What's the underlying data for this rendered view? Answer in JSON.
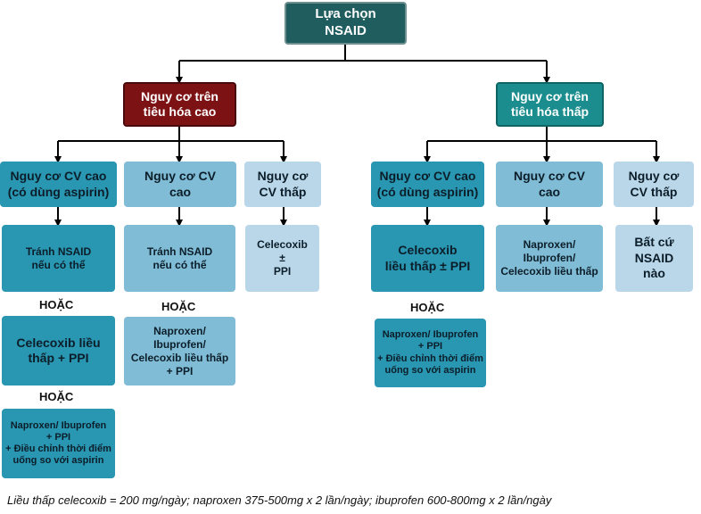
{
  "root": "Lựa chọn\nNSAID",
  "high_gi": "Nguy cơ trên\ntiêu hóa cao",
  "low_gi": "Nguy cơ trên\ntiêu hóa thấp",
  "high": {
    "cv_high": "Nguy cơ CV cao\n(có dùng aspirin)",
    "cv_mid": "Nguy cơ CV\ncao",
    "cv_low": "Nguy cơ\nCV thấp",
    "cv_high_opt1": "Tránh NSAID\nnếu có thể",
    "or1": "HOẶC",
    "cv_high_opt2": "Celecoxib liều\nthấp + PPI",
    "or2": "HOẶC",
    "cv_high_opt3": "Naproxen/ Ibuprofen\n+ PPI\n+ Điều chỉnh thời điểm\nuống so với aspirin",
    "cv_mid_opt1": "Tránh NSAID\nnếu có thể",
    "or3": "HOẶC",
    "cv_mid_opt2": "Naproxen/\nIbuprofen/\nCelecoxib liều thấp\n+ PPI",
    "cv_low_opt": "Celecoxib\n±\nPPI"
  },
  "low": {
    "cv_high": "Nguy cơ CV cao\n(có dùng aspirin)",
    "cv_mid": "Nguy cơ CV\ncao",
    "cv_low": "Nguy cơ\nCV thấp",
    "cv_high_opt1": "Celecoxib\nliều thấp ± PPI",
    "or1": "HOẶC",
    "cv_high_opt2": "Naproxen/ Ibuprofen\n+ PPI\n+ Điều chỉnh thời điểm\nuống so với aspirin",
    "cv_mid_opt": "Naproxen/\nIbuprofen/\nCelecoxib liều thấp",
    "cv_low_opt": "Bất cứ\nNSAID\nnào"
  },
  "footnote": "Liều thấp celecoxib = 200 mg/ngày; naproxen 375-500mg x 2 lần/ngày; ibuprofen 600-800mg x 2 lần/ngày"
}
